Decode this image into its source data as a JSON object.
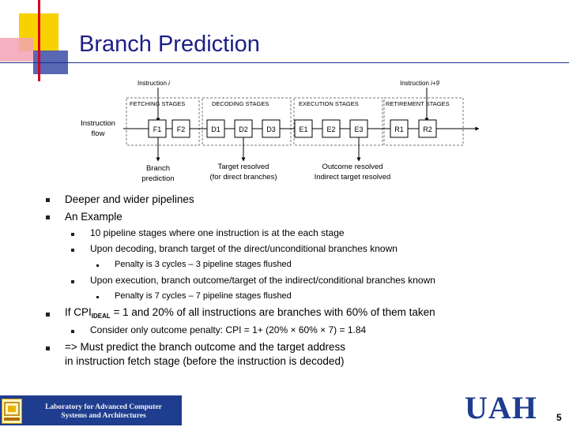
{
  "title": "Branch Prediction",
  "diagram": {
    "instr_i": "Instruction ",
    "instr_i_var": "i",
    "instr_i9": "Instruction ",
    "instr_i9_var": "i+9",
    "stages": [
      "FETCHING STAGES",
      "DECODING STAGES",
      "EXECUTION STAGES",
      "RETIREMENT STAGES"
    ],
    "boxes": [
      "F1",
      "F2",
      "D1",
      "D2",
      "D3",
      "E1",
      "E2",
      "E3",
      "R1",
      "R2"
    ],
    "flow_line1": "Instruction",
    "flow_line2": "flow",
    "branch_pred_line1": "Branch",
    "branch_pred_line2": "prediction",
    "target_line1": "Target resolved",
    "target_line2": "(for direct branches)",
    "outcome_line1": "Outcome resolved",
    "outcome_line2": "Indirect target resolved"
  },
  "bullets": {
    "b1": "Deeper and wider pipelines",
    "b2": "An Example",
    "b2_1": "10 pipeline stages where one instruction is at the each stage",
    "b2_2": "Upon decoding, branch target of the direct/unconditional branches known",
    "b2_2_1": "Penalty is 3 cycles – 3 pipeline stages flushed",
    "b2_3": "Upon execution, branch outcome/target of the indirect/conditional branches known",
    "b2_3_1": "Penalty is 7 cycles – 7 pipeline stages flushed",
    "b3_pre": "If CPI",
    "b3_sub": "IDEAL",
    "b3_post": " = 1 and 20% of all instructions are branches with 60% of them taken",
    "b3_1": "Consider only outcome penalty: CPI = 1+ (20% × 60% × 7) = 1.84",
    "b4_line1": "=> Must predict the branch outcome and the target address",
    "b4_line2": "in instruction fetch stage (before the instruction is decoded)"
  },
  "footer": {
    "lab_line1": "Laboratory for Advanced Computer",
    "lab_line2": "Systems and Architectures",
    "logo_text": "UAH",
    "page_number": "5"
  }
}
